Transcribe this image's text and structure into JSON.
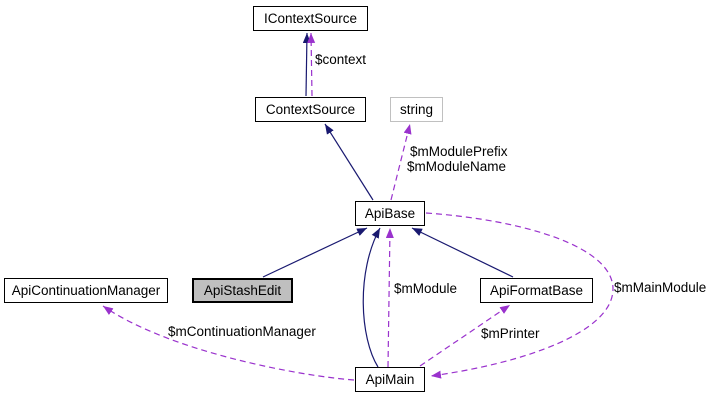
{
  "diagram": {
    "kind": "collaboration-graph",
    "nodes": [
      {
        "label": "IContextSource",
        "type": "class"
      },
      {
        "label": "ContextSource",
        "type": "class"
      },
      {
        "label": "string",
        "type": "builtin"
      },
      {
        "label": "ApiBase",
        "type": "class"
      },
      {
        "label": "ApiContinuationManager",
        "type": "class"
      },
      {
        "label": "ApiStashEdit",
        "type": "current"
      },
      {
        "label": "ApiFormatBase",
        "type": "class"
      },
      {
        "label": "ApiMain",
        "type": "class"
      }
    ],
    "edges": [
      {
        "from": "ContextSource",
        "to": "IContextSource",
        "kind": "inheritance"
      },
      {
        "from": "ContextSource",
        "to": "IContextSource",
        "kind": "usage",
        "label": "$context"
      },
      {
        "from": "ApiBase",
        "to": "ContextSource",
        "kind": "inheritance"
      },
      {
        "from": "ApiBase",
        "to": "string",
        "kind": "usage",
        "label_lines": [
          "$mModulePrefix",
          "$mModuleName"
        ]
      },
      {
        "from": "ApiStashEdit",
        "to": "ApiBase",
        "kind": "inheritance"
      },
      {
        "from": "ApiMain",
        "to": "ApiBase",
        "kind": "inheritance"
      },
      {
        "from": "ApiFormatBase",
        "to": "ApiBase",
        "kind": "inheritance"
      },
      {
        "from": "ApiMain",
        "to": "ApiBase",
        "kind": "usage",
        "label": "$mModule"
      },
      {
        "from": "ApiBase",
        "to": "ApiMain",
        "kind": "usage",
        "label": "$mMainModule"
      },
      {
        "from": "ApiMain",
        "to": "ApiFormatBase",
        "kind": "usage",
        "label": "$mPrinter"
      },
      {
        "from": "ApiMain",
        "to": "ApiContinuationManager",
        "kind": "usage",
        "label": "$mContinuationManager"
      }
    ],
    "colors": {
      "inheritance_edge": "#191970",
      "usage_edge": "#9a32cd",
      "node_border": "#000000",
      "current_node_fill": "#bfbfbf",
      "builtin_border": "#c0c0c0",
      "background": "#ffffff"
    }
  }
}
